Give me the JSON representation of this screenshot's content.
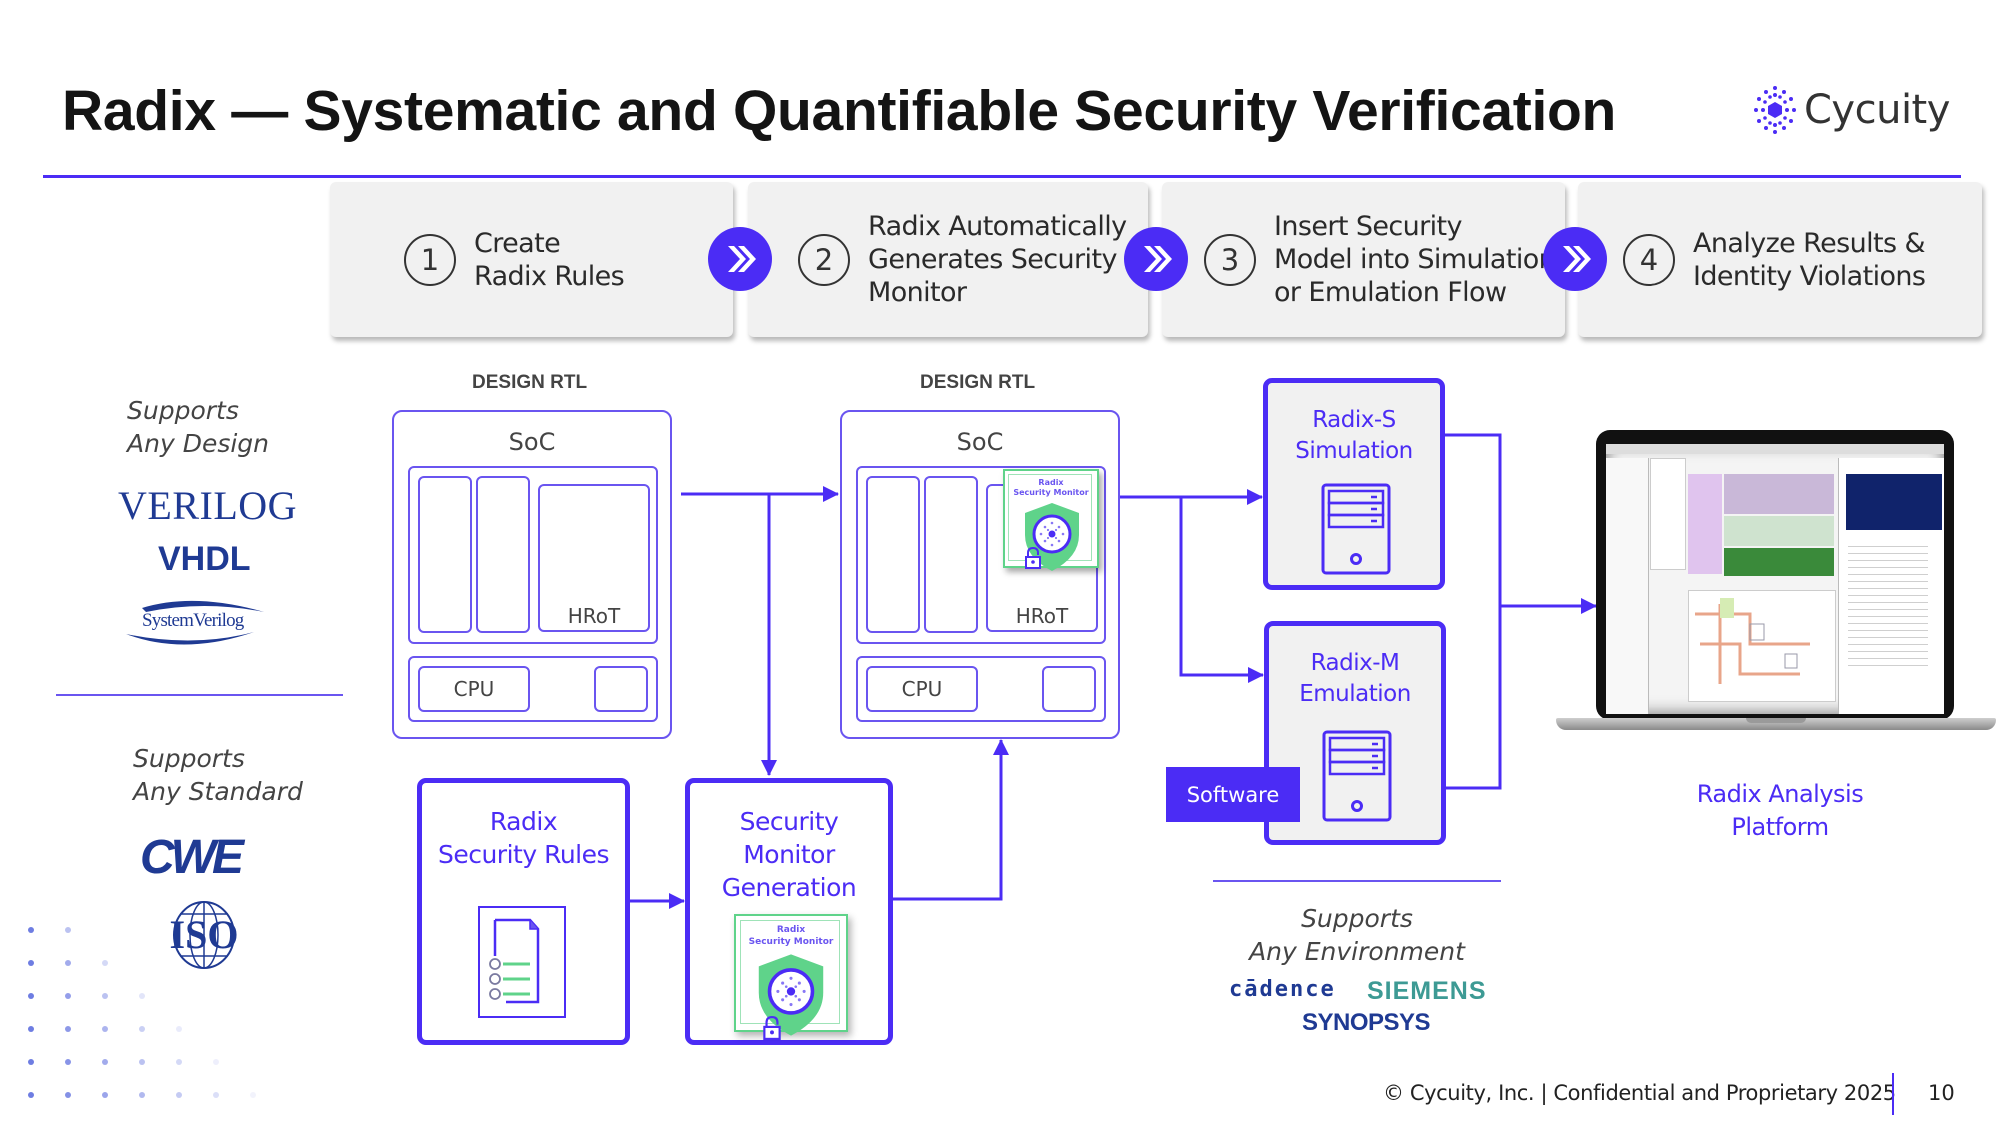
{
  "header": {
    "title": "Radix — Systematic and Quantifiable Security Verification",
    "logo_text": "Cycuity",
    "logo_icon": "hexagon-dots-logo-icon"
  },
  "steps": [
    {
      "number": "1",
      "lines": [
        "Create",
        "Radix Rules"
      ]
    },
    {
      "number": "2",
      "lines": [
        "Radix Automatically",
        "Generates Security",
        "Monitor"
      ]
    },
    {
      "number": "3",
      "lines": [
        "Insert Security",
        "Model into Simulation",
        "or Emulation Flow"
      ]
    },
    {
      "number": "4",
      "lines": [
        "Analyze Results &",
        "Identity Violations"
      ]
    }
  ],
  "step_connector_icon": "double-chevron-right-icon",
  "left_column": {
    "design": {
      "lines": [
        "Supports",
        "Any Design"
      ],
      "logos": [
        "VERILOG",
        "VHDL",
        "SystemVerilog"
      ]
    },
    "standard": {
      "lines": [
        "Supports",
        "Any Standard"
      ],
      "logos": [
        "CWE",
        "ISO"
      ]
    }
  },
  "design_rtl": [
    {
      "label": "DESIGN RTL",
      "soc": "SoC",
      "hrot": "HRoT",
      "cpu": "CPU",
      "has_monitor": false
    },
    {
      "label": "DESIGN RTL",
      "soc": "SoC",
      "hrot": "HRoT",
      "cpu": "CPU",
      "has_monitor": true
    }
  ],
  "monitor_badge": {
    "line1": "Radix",
    "line2": "Security Monitor"
  },
  "rules_box": {
    "lines": [
      "Radix",
      "Security Rules"
    ],
    "icon": "checklist-document-icon"
  },
  "generation_box": {
    "lines": [
      "Security",
      "Monitor",
      "Generation"
    ]
  },
  "radix_s": {
    "lines": [
      "Radix-S",
      "Simulation"
    ],
    "icon": "server-icon"
  },
  "radix_m": {
    "lines": [
      "Radix-M",
      "Emulation"
    ],
    "icon": "server-icon"
  },
  "software_label": "Software",
  "environment": {
    "lines": [
      "Supports",
      "Any Environment"
    ],
    "vendors": [
      "cādence",
      "SIEMENS",
      "SYNOPSYS"
    ]
  },
  "platform": {
    "lines": [
      "Radix Analysis",
      "Platform"
    ],
    "icon": "laptop-icon"
  },
  "footer": {
    "text": "© Cycuity, Inc. | Confidential and Proprietary  2025",
    "page": "10"
  },
  "colors": {
    "accent": "#4b2cf5",
    "thin_line": "#6a55f0",
    "step_bg": "#f1f1f1",
    "logo_blue": "#1f3a93",
    "badge_green": "#5fd38a",
    "siemens_teal": "#3d9a94"
  }
}
